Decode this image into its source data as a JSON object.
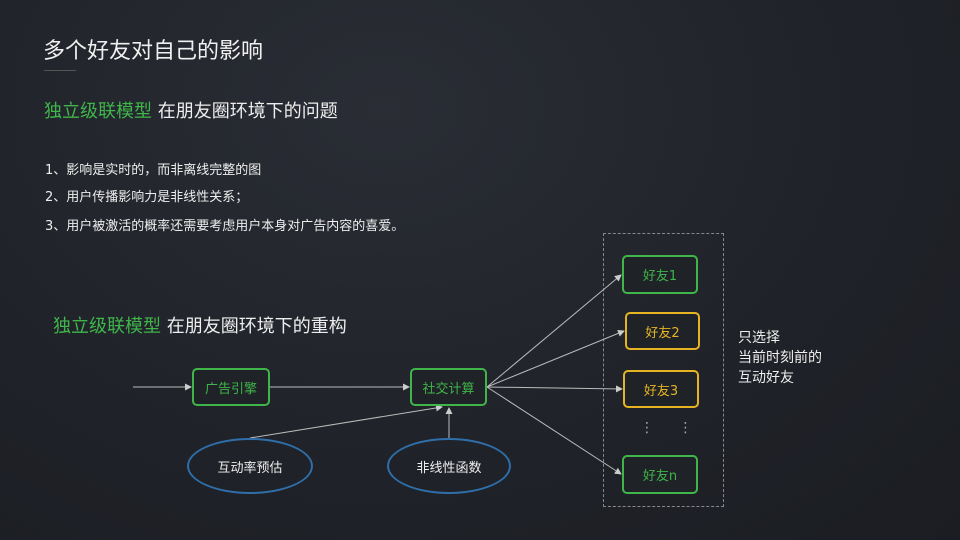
{
  "title": "多个好友对自己的影响",
  "section1": {
    "highlight": "独立级联模型",
    "rest": " 在朋友圈环境下的问题"
  },
  "issues": [
    "1、影响是实时的，而非离线完整的图",
    "2、用户传播影响力是非线性关系；",
    "3、用户被激活的概率还需要考虑用户本身对广告内容的喜爱。"
  ],
  "section2": {
    "highlight": "独立级联模型",
    "rest": " 在朋友圈环境下的重构"
  },
  "diagram": {
    "ad_engine": "广告引擎",
    "social_compute": "社交计算",
    "interaction_estimate": "互动率预估",
    "nonlinear_function": "非线性函数",
    "friends": [
      "好友1",
      "好友2",
      "好友3",
      "好友n"
    ],
    "ellipsis": "⋮ ⋮",
    "note": [
      "只选择",
      "当前时刻前的",
      "互动好友"
    ]
  },
  "colors": {
    "green": "#3fb54a",
    "yellow": "#e6b422",
    "blue": "#2f6ea8"
  }
}
